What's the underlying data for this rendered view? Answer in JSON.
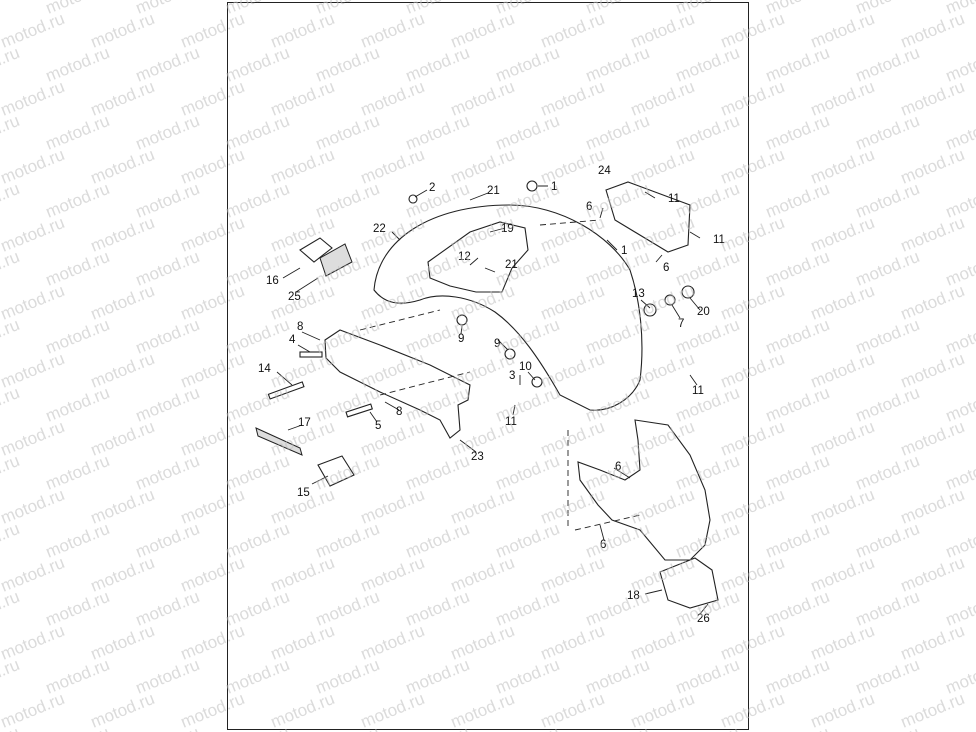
{
  "watermark": {
    "text": "motod.ru"
  },
  "callouts": [
    "1",
    "1",
    "2",
    "3",
    "4",
    "5",
    "6",
    "6",
    "6",
    "6",
    "7",
    "8",
    "8",
    "9",
    "9",
    "10",
    "11",
    "11",
    "11",
    "11",
    "12",
    "13",
    "14",
    "15",
    "16",
    "17",
    "18",
    "19",
    "20",
    "21",
    "21",
    "22",
    "23",
    "24",
    "25",
    "26"
  ]
}
